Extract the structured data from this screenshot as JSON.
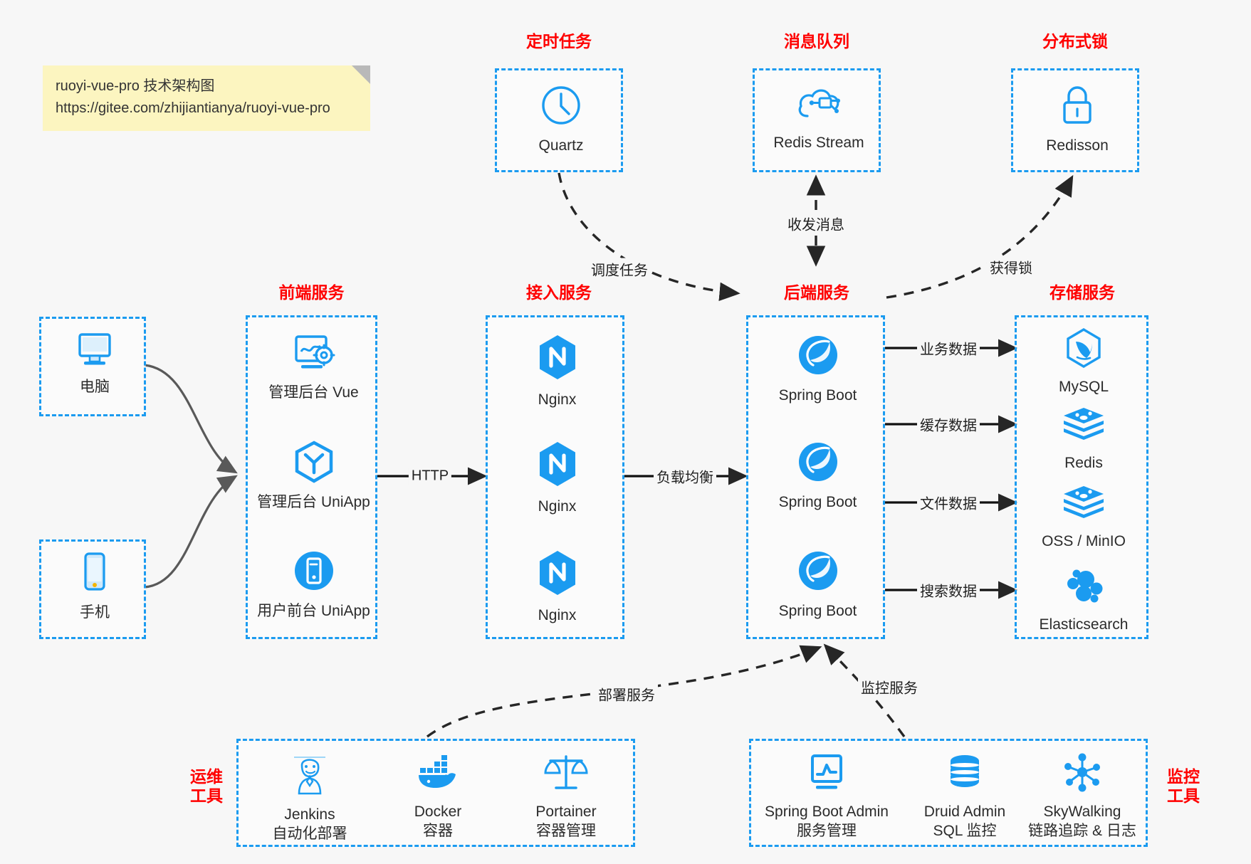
{
  "note": {
    "line1": "ruoyi-vue-pro 技术架构图",
    "line2": "https://gitee.com/zhijiantianya/ruoyi-vue-pro"
  },
  "colors": {
    "accent_blue": "#1b9bf0",
    "title_red": "#ff0000",
    "edge_dark": "#262626",
    "edge_gray": "#595959",
    "note_bg": "#fcf5c0",
    "page_bg": "#f7f7f7"
  },
  "groups": {
    "scheduled_task": {
      "title": "定时任务"
    },
    "message_queue": {
      "title": "消息队列"
    },
    "distributed_lock": {
      "title": "分布式锁"
    },
    "frontend_service": {
      "title": "前端服务"
    },
    "access_service": {
      "title": "接入服务"
    },
    "backend_service": {
      "title": "后端服务"
    },
    "storage_service": {
      "title": "存储服务"
    },
    "ops_tools": {
      "title": "运维\n工具",
      "line1": "运维",
      "line2": "工具"
    },
    "monitor_tools": {
      "title": "监控\n工具",
      "line1": "监控",
      "line2": "工具"
    }
  },
  "nodes": {
    "quartz": {
      "label": "Quartz",
      "icon": "clock-icon"
    },
    "redis_stream": {
      "label": "Redis Stream",
      "icon": "cloud-stream-icon"
    },
    "redisson": {
      "label": "Redisson",
      "icon": "lock-icon"
    },
    "computer": {
      "label": "电脑",
      "icon": "desktop-icon"
    },
    "phone": {
      "label": "手机",
      "icon": "smartphone-icon"
    },
    "admin_vue": {
      "label": "管理后台 Vue",
      "icon": "dashboard-gear-icon"
    },
    "admin_uniapp": {
      "label": "管理后台 UniApp",
      "icon": "uniapp-cube-icon"
    },
    "user_uniapp": {
      "label": "用户前台 UniApp",
      "icon": "mobile-circle-icon"
    },
    "nginx1": {
      "label": "Nginx",
      "icon": "nginx-icon"
    },
    "nginx2": {
      "label": "Nginx",
      "icon": "nginx-icon"
    },
    "nginx3": {
      "label": "Nginx",
      "icon": "nginx-icon"
    },
    "springboot1": {
      "label": "Spring Boot",
      "icon": "spring-leaf-icon"
    },
    "springboot2": {
      "label": "Spring Boot",
      "icon": "spring-leaf-icon"
    },
    "springboot3": {
      "label": "Spring Boot",
      "icon": "spring-leaf-icon"
    },
    "mysql": {
      "label": "MySQL",
      "icon": "mysql-dolphin-icon"
    },
    "redis": {
      "label": "Redis",
      "icon": "redis-stack-icon"
    },
    "oss_minio": {
      "label": "OSS / MinIO",
      "icon": "redis-stack-icon"
    },
    "elasticsearch": {
      "label": "Elasticsearch",
      "icon": "elasticsearch-icon"
    },
    "jenkins": {
      "label": "Jenkins",
      "sublabel": "自动化部署",
      "icon": "jenkins-butler-icon"
    },
    "docker": {
      "label": "Docker",
      "sublabel": "容器",
      "icon": "docker-whale-icon"
    },
    "portainer": {
      "label": "Portainer",
      "sublabel": "容器管理",
      "icon": "portainer-scales-icon"
    },
    "spring_boot_admin": {
      "label": "Spring Boot Admin",
      "sublabel": "服务管理",
      "icon": "monitor-chart-icon"
    },
    "druid_admin": {
      "label": "Druid Admin",
      "sublabel": "SQL 监控",
      "icon": "database-icon"
    },
    "skywalking": {
      "label": "SkyWalking",
      "sublabel": "链路追踪 & 日志",
      "icon": "skywalking-node-icon"
    }
  },
  "edges": [
    {
      "id": "edge-schedule-task",
      "label": "调度任务",
      "from": "quartz",
      "to": "backend_service",
      "style": "dashed"
    },
    {
      "id": "edge-send-receive-message",
      "label": "收发消息",
      "from": "backend_service",
      "to": "redis_stream",
      "style": "dashed-bidirectional"
    },
    {
      "id": "edge-acquire-lock",
      "label": "获得锁",
      "from": "backend_service",
      "to": "redisson",
      "style": "dashed"
    },
    {
      "id": "edge-http",
      "label": "HTTP",
      "from": "frontend_service",
      "to": "access_service",
      "style": "solid"
    },
    {
      "id": "edge-load-balance",
      "label": "负载均衡",
      "from": "access_service",
      "to": "backend_service",
      "style": "solid"
    },
    {
      "id": "edge-business-data",
      "label": "业务数据",
      "from": "backend_service",
      "to": "mysql",
      "style": "solid"
    },
    {
      "id": "edge-cache-data",
      "label": "缓存数据",
      "from": "backend_service",
      "to": "redis",
      "style": "solid"
    },
    {
      "id": "edge-file-data",
      "label": "文件数据",
      "from": "backend_service",
      "to": "oss_minio",
      "style": "solid"
    },
    {
      "id": "edge-search-data",
      "label": "搜索数据",
      "from": "backend_service",
      "to": "elasticsearch",
      "style": "solid"
    },
    {
      "id": "edge-deploy-service",
      "label": "部署服务",
      "from": "ops_tools",
      "to": "backend_service",
      "style": "dashed"
    },
    {
      "id": "edge-monitor-service",
      "label": "监控服务",
      "from": "monitor_tools",
      "to": "backend_service",
      "style": "dashed"
    },
    {
      "id": "edge-computer-to-frontend",
      "label": "",
      "from": "computer",
      "to": "frontend_service",
      "style": "curved-solid"
    },
    {
      "id": "edge-phone-to-frontend",
      "label": "",
      "from": "phone",
      "to": "frontend_service",
      "style": "curved-solid"
    }
  ]
}
